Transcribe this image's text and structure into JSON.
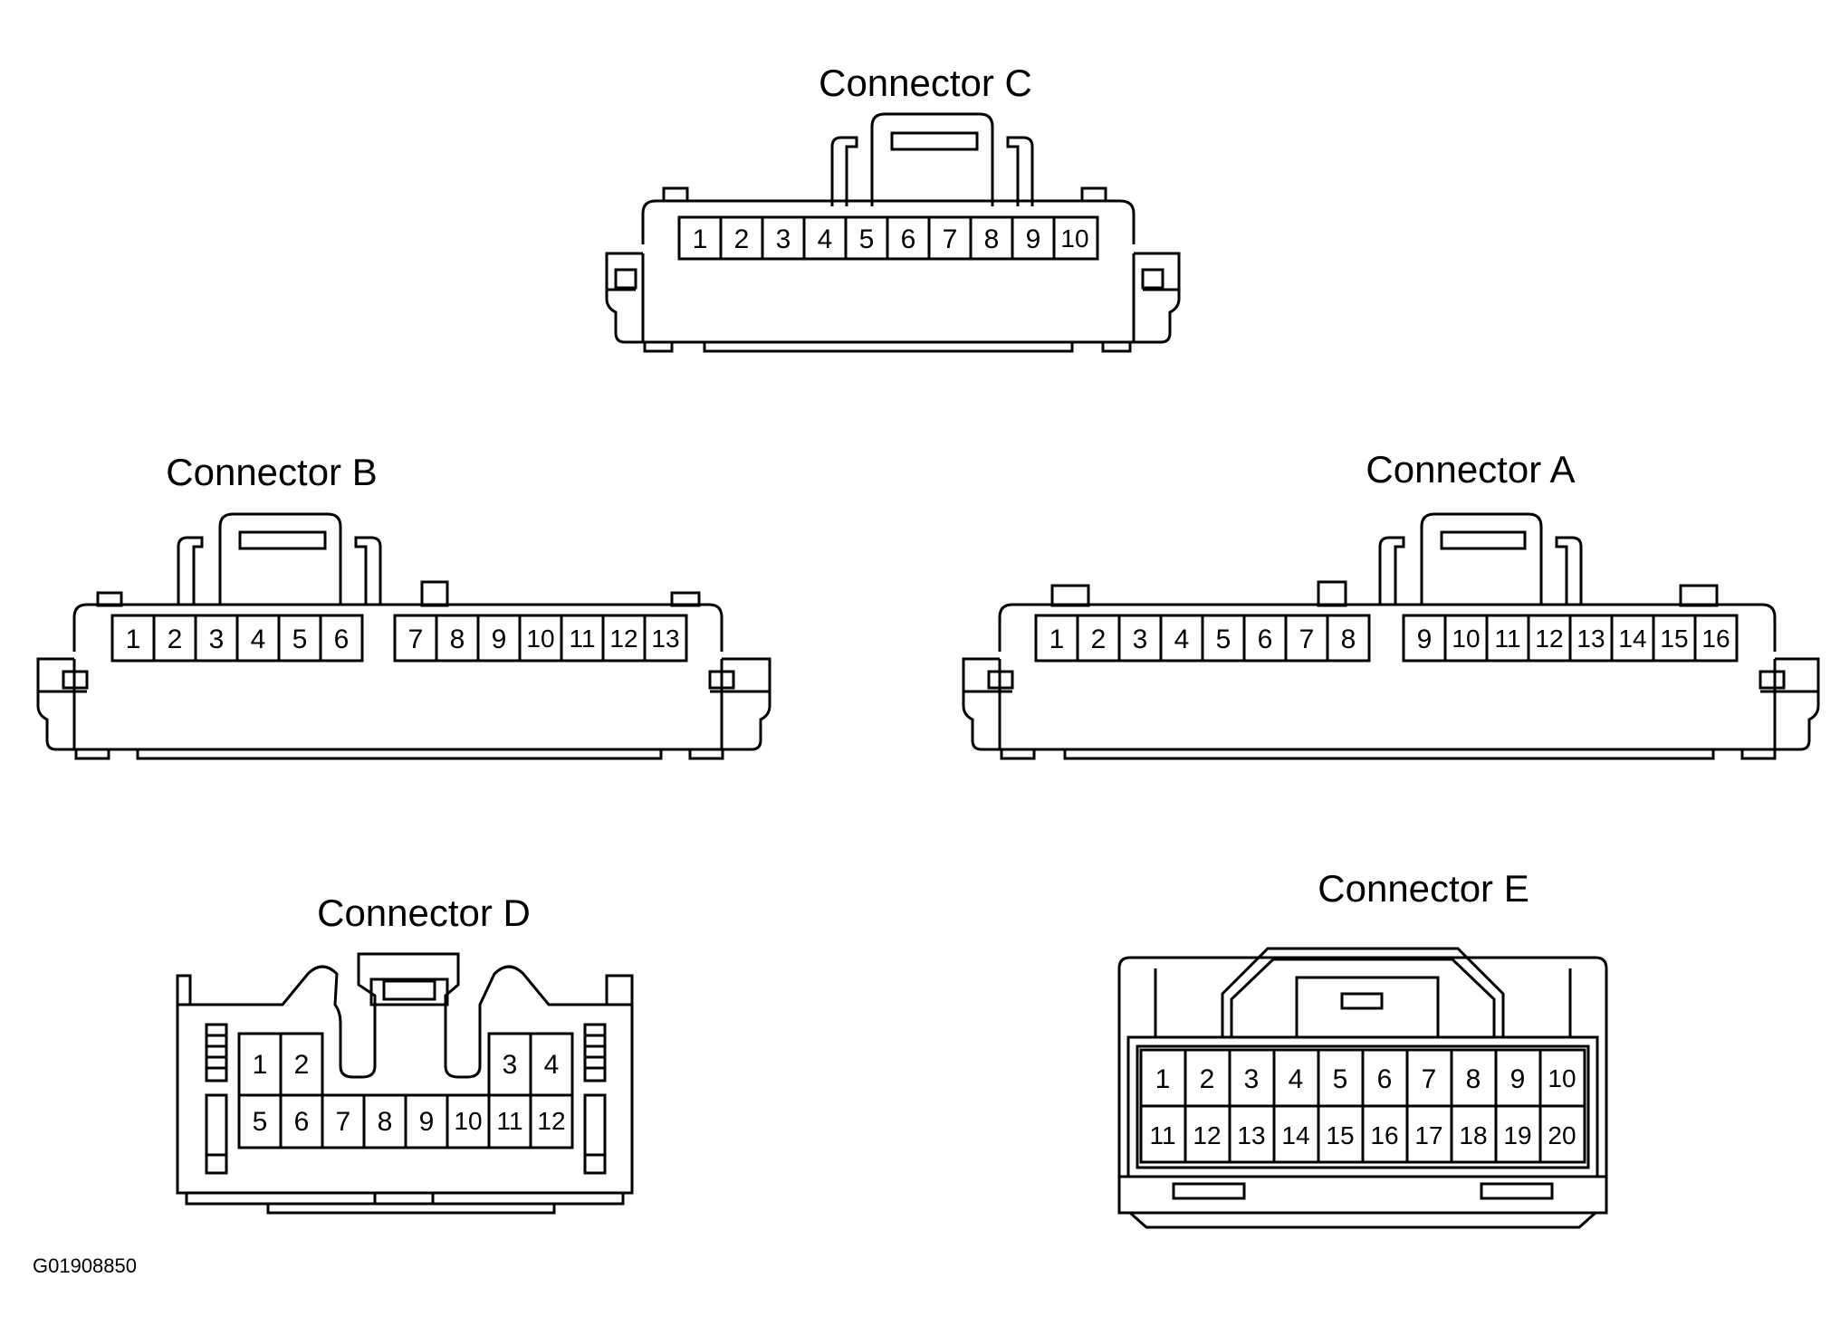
{
  "figure_id": "G01908850",
  "connectors": {
    "C": {
      "title": "Connector C",
      "pins": [
        "1",
        "2",
        "3",
        "4",
        "5",
        "6",
        "7",
        "8",
        "9",
        "10"
      ]
    },
    "B": {
      "title": "Connector B",
      "left_pins": [
        "1",
        "2",
        "3",
        "4",
        "5",
        "6"
      ],
      "right_pins": [
        "7",
        "8",
        "9",
        "10",
        "11",
        "12",
        "13"
      ]
    },
    "A": {
      "title": "Connector A",
      "left_pins": [
        "1",
        "2",
        "3",
        "4",
        "5",
        "6",
        "7",
        "8"
      ],
      "right_pins": [
        "9",
        "10",
        "11",
        "12",
        "13",
        "14",
        "15",
        "16"
      ]
    },
    "D": {
      "title": "Connector D",
      "top_left_pins": [
        "1",
        "2"
      ],
      "top_right_pins": [
        "3",
        "4"
      ],
      "bottom_pins": [
        "5",
        "6",
        "7",
        "8",
        "9",
        "10",
        "11",
        "12"
      ]
    },
    "E": {
      "title": "Connector E",
      "top_row": [
        "1",
        "2",
        "3",
        "4",
        "5",
        "6",
        "7",
        "8",
        "9",
        "10"
      ],
      "bottom_row": [
        "11",
        "12",
        "13",
        "14",
        "15",
        "16",
        "17",
        "18",
        "19",
        "20"
      ]
    }
  }
}
